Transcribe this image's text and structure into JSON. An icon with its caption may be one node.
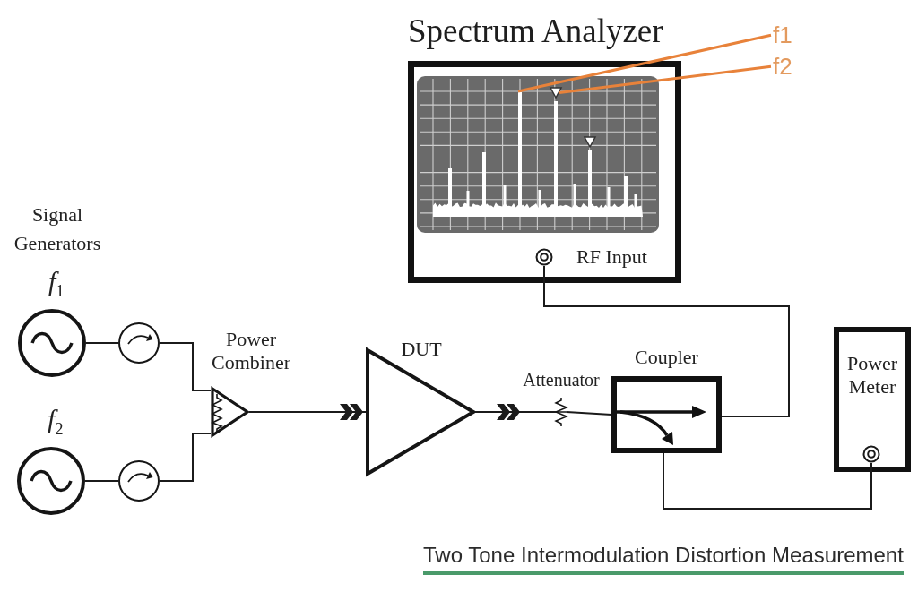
{
  "diagram": {
    "caption": "Two Tone Intermodulation Distortion Measurement",
    "nodes": [
      {
        "text": [
          "Spectrum Analyzer"
        ]
      },
      {
        "text": [],
        "shape": "circle",
        "beside": [
          "RF Input"
        ],
        "in": 0
      },
      {
        "text": [
          "f1"
        ]
      },
      {
        "text": [
          "f2"
        ]
      },
      {
        "text": [],
        "shape": "circle",
        "beside": [
          "f$_{1}$"
        ]
      },
      {
        "text": [],
        "shape": "circle"
      },
      {
        "text": [
          "Power Combiner"
        ]
      },
      {
        "text": [
          "DUT"
        ]
      },
      {
        "text": [
          "Attenuator"
        ]
      },
      {
        "text": [
          "Coupler"
        ]
      },
      {
        "text": [
          "Power Meter"
        ]
      },
      {
        "text": [],
        "shape": "circle",
        "in": 10
      },
      {
        "text": [],
        "shape": "circle",
        "beside": [
          "f$_{2}$"
        ]
      },
      {
        "text": [],
        "shape": "circle"
      },
      {
        "text": [],
        "shape": "triangle",
        "in": 0
      },
      {
        "text": [],
        "shape": "triangle",
        "in": 0
      }
    ],
    "edges": [
      {
        "from": 4,
        "to": 5,
        "arrow": "none"
      },
      {
        "from": 5,
        "to": 6,
        "arrow": "none"
      },
      {
        "from": 12,
        "to": 13,
        "arrow": "none"
      },
      {
        "from": 13,
        "to": 6,
        "arrow": "none"
      },
      {
        "from": 6,
        "to": 7,
        "arrow": "to"
      },
      {
        "from": 7,
        "to": 8,
        "arrow": "to"
      },
      {
        "from": 8,
        "to": 9,
        "arrow": "none"
      },
      {
        "from": 9,
        "to": 1,
        "arrow": "none"
      },
      {
        "from": 9,
        "to": 11,
        "arrow": "none"
      },
      {
        "from": 2,
        "to": null,
        "arrow": "none",
        "color": "#e8823a"
      },
      {
        "from": 3,
        "to": 14,
        "arrow": "none",
        "color": "#e8823a"
      }
    ],
    "labels": [
      "Signal Generators"
    ]
  }
}
